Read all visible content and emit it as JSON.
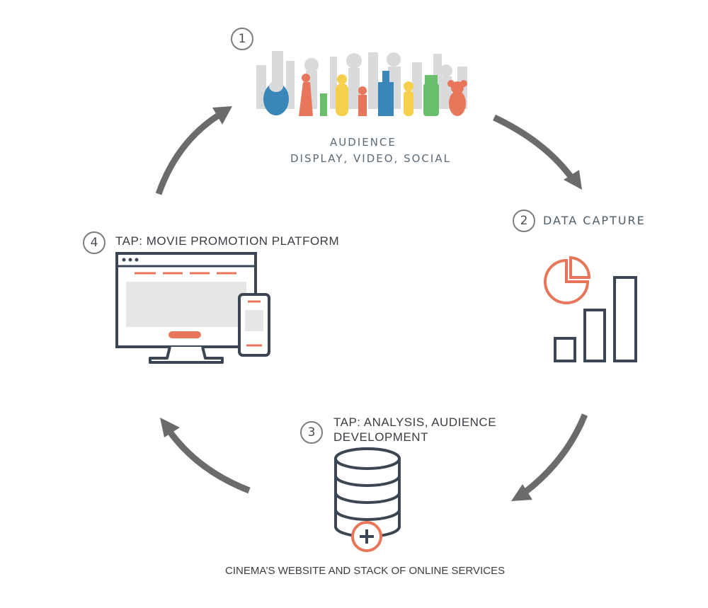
{
  "steps": [
    {
      "number": "1",
      "title": "AUDIENCE",
      "subtitle": "DISPLAY, VIDEO, SOCIAL"
    },
    {
      "number": "2",
      "title": "DATA CAPTURE"
    },
    {
      "number": "3",
      "title_line1": "TAP: ANALYSIS, AUDIENCE",
      "title_line2": "DEVELOPMENT",
      "caption": "CINEMA’S WEBSITE AND STACK OF ONLINE SERVICES"
    },
    {
      "number": "4",
      "title": "TAP: MOVIE PROMOTION PLATFORM"
    }
  ],
  "icons": {
    "audience": "audience-crowd-icon",
    "data": "pie-and-bar-chart-icon",
    "database": "database-plus-icon",
    "platform": "desktop-and-phone-icon"
  },
  "colors": {
    "arrow": "#6b6b6b",
    "outline": "#3b4652",
    "accent": "#e8765a",
    "blue": "#3a86b8",
    "yellow": "#f6d04d",
    "green": "#6cbf6a",
    "grey_fill": "#e6e6e6"
  }
}
